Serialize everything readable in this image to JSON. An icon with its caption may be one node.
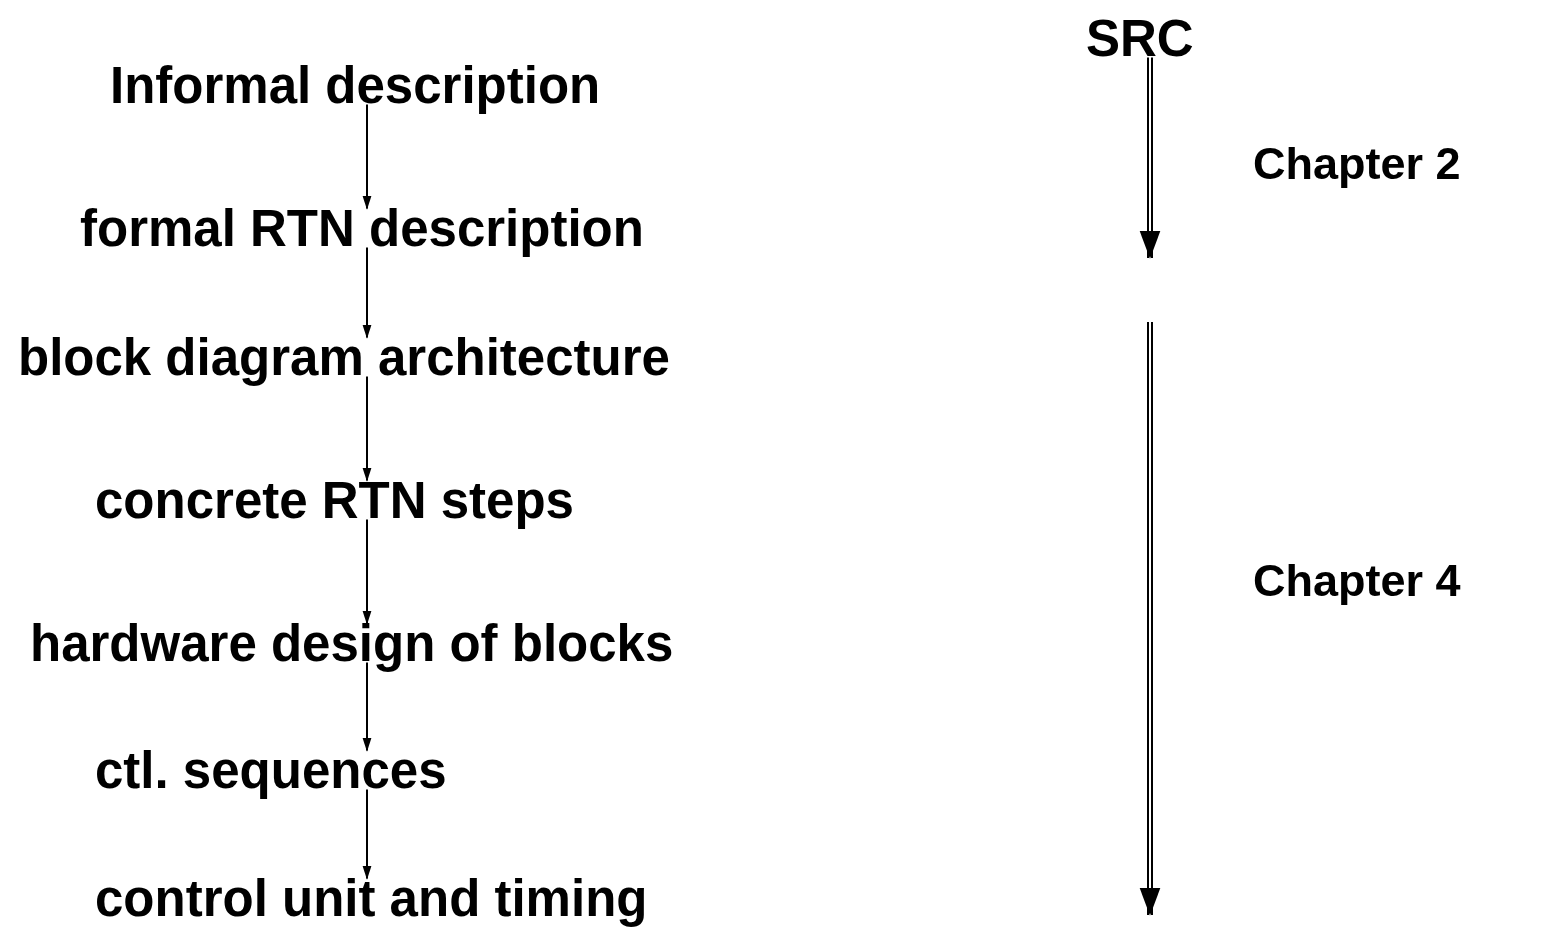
{
  "diagram": {
    "nodes": [
      {
        "text": [
          "SRC"
        ]
      },
      {
        "text": [
          "Informal description"
        ]
      },
      {
        "text": [
          "formal RTN description"
        ]
      },
      {
        "text": [
          "block diagram architecture"
        ]
      },
      {
        "text": [
          "concrete RTN steps"
        ]
      },
      {
        "text": [
          "hardware design of blocks"
        ]
      },
      {
        "text": [
          "ctl. sequences"
        ]
      },
      {
        "text": [
          "control unit and timing"
        ]
      }
    ],
    "edges": [
      {
        "from": 0,
        "to": null,
        "arrow": "to",
        "style": "thick"
      },
      {
        "from": 1,
        "to": 2,
        "arrow": "to"
      },
      {
        "from": 2,
        "to": 3,
        "arrow": "to"
      },
      {
        "from": 3,
        "to": 4,
        "arrow": "to"
      },
      {
        "from": 4,
        "to": 5,
        "arrow": "to"
      },
      {
        "from": 5,
        "to": 6,
        "arrow": "to"
      },
      {
        "from": 6,
        "to": 7,
        "arrow": "to"
      }
    ],
    "labels": [
      "Chapter 2",
      "Chapter 4"
    ]
  }
}
